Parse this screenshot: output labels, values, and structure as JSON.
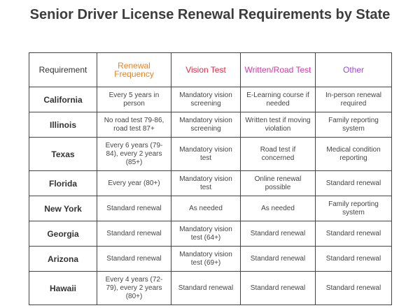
{
  "title": "Senior Driver License Renewal Requirements by State",
  "colors": {
    "frequency_header": "#e0862a",
    "vision_header": "#d9314b",
    "written_header": "#d23aa8",
    "other_header": "#a347d8",
    "border": "#444444"
  },
  "table": {
    "headers": [
      "Requirement",
      "Renewal Frequency",
      "Vision Test",
      "Written/Road Test",
      "Other"
    ],
    "rows": [
      [
        "California",
        "Every 5 years in person",
        "Mandatory vision screening",
        "E-Learning course if needed",
        "In-person renewal required"
      ],
      [
        "Illinois",
        "No road test 79-86, road test 87+",
        "Mandatory vision screening",
        "Written test if moving violation",
        "Family reporting system"
      ],
      [
        "Texas",
        "Every 6 years (79-84), every 2 years (85+)",
        "Mandatory vision test",
        "Road test if concerned",
        "Medical condition reporting"
      ],
      [
        "Florida",
        "Every year (80+)",
        "Mandatory vision test",
        "Online renewal possible",
        "Standard renewal"
      ],
      [
        "New York",
        "Standard renewal",
        "As needed",
        "As needed",
        "Family reporting system"
      ],
      [
        "Georgia",
        "Standard renewal",
        "Mandatory vision test (64+)",
        "Standard renewal",
        "Standard renewal"
      ],
      [
        "Arizona",
        "Standard renewal",
        "Mandatory vision test (69+)",
        "Standard renewal",
        "Standard renewal"
      ],
      [
        "Hawaii",
        "Every 4 years (72-79), every 2 years (80+)",
        "Standard renewal",
        "Standard renewal",
        "Standard renewal"
      ]
    ]
  }
}
